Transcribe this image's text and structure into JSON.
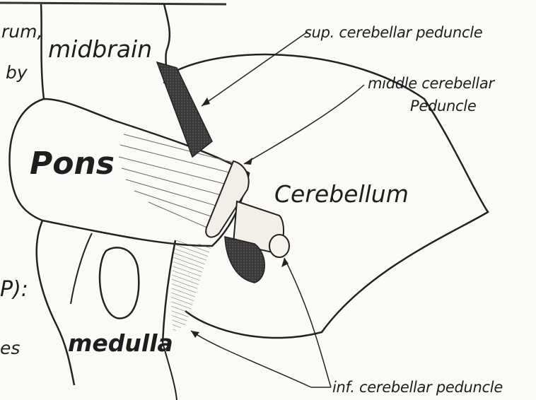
{
  "labels": {
    "midbrain": "midbrain",
    "pons": "Pons",
    "cerebellum": "Cerebellum",
    "medulla": "medulla",
    "sup_peduncle": "sup. cerebellar peduncle",
    "middle_peduncle_line1": "middle cerebellar",
    "middle_peduncle_line2": "Peduncle",
    "inf_peduncle": "inf. cerebellar peduncle"
  },
  "left_margin_fragments": {
    "f1": "rum,",
    "f2": "by",
    "f3": "P):",
    "f4": "es"
  },
  "colors": {
    "ink": "#1e1e1e",
    "paper": "#fbfaf6",
    "shade": "#3a3a3a"
  }
}
